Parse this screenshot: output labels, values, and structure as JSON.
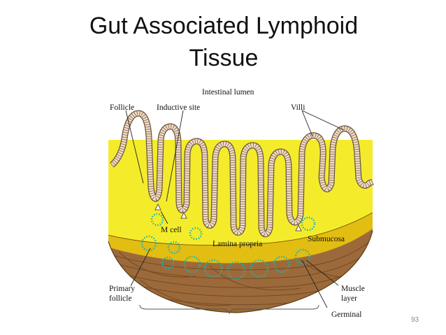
{
  "slide": {
    "title_line1": "Gut Associated Lymphoid",
    "title_line2": "Tissue",
    "page_number": "93"
  },
  "diagram": {
    "labels": {
      "intestinal_lumen": "Intestinal lumen",
      "follicle": "Follicle",
      "inductive_site": "Inductive site",
      "villi": "Villi",
      "m_cell": "M cell",
      "lamina_propria": "Lamina propria",
      "submucosa": "Submucosa",
      "primary_follicle_line1": "Primary",
      "primary_follicle_line2": "follicle",
      "muscle_layer_line1": "Muscle",
      "muscle_layer_line2": "layer",
      "germinal": "Germinal"
    },
    "colors": {
      "mucosa": "#f4ec2a",
      "submucosa": "#e2bd12",
      "muscle": "#9c6a3a",
      "epithelium": "#f2dcc4",
      "follicle": "#16b7b0"
    }
  }
}
